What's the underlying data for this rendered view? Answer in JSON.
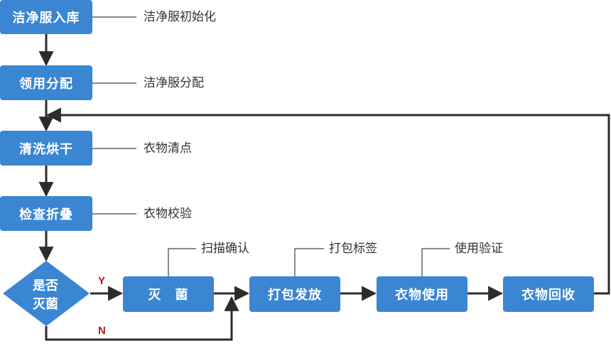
{
  "colors": {
    "node_fill": "#3a86d3",
    "arrow": "#2b2b2b",
    "branch_label": "#c0141a"
  },
  "steps": {
    "warehouse": "洁净服入库",
    "allocate": "领用分配",
    "wash_dry": "清洗烘干",
    "inspect_fold": "检查折叠",
    "sterilize": "灭　菌",
    "pack_issue": "打包发放",
    "use": "衣物使用",
    "recycle": "衣物回收"
  },
  "decision": {
    "line1": "是否",
    "line2": "灭菌"
  },
  "notes": {
    "warehouse": "洁净服初始化",
    "allocate": "洁净服分配",
    "wash_dry": "衣物清点",
    "inspect_fold": "衣物校验",
    "sterilize": "扫描确认",
    "pack_issue": "打包标签",
    "use": "使用验证"
  },
  "branches": {
    "yes": "Y",
    "no": "N"
  }
}
